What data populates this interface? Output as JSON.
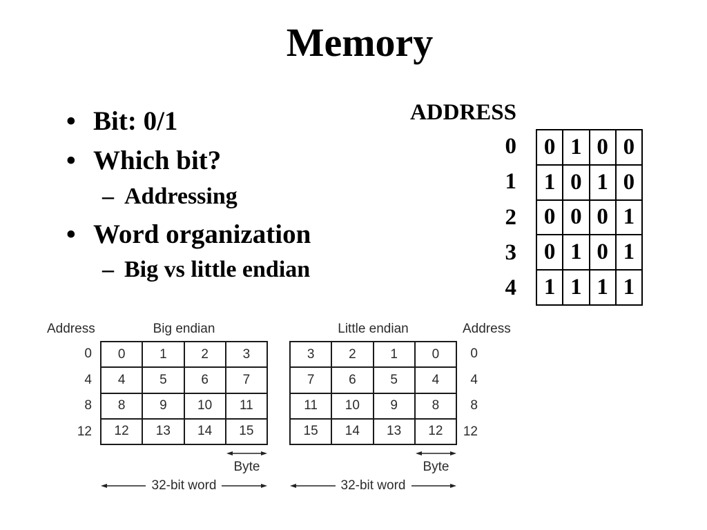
{
  "slide": {
    "title": "Memory",
    "bullets": [
      {
        "marker": "•",
        "text": "Bit: 0/1"
      },
      {
        "marker": "•",
        "text": "Which bit?"
      },
      {
        "marker": "–",
        "text": "Addressing"
      },
      {
        "marker": "•",
        "text": "Word organization"
      },
      {
        "marker": "–",
        "text": "Big vs little endian"
      }
    ]
  },
  "bit_memory": {
    "header": "ADDRESS",
    "rows": [
      {
        "address": "0",
        "bits": [
          "0",
          "1",
          "0",
          "0"
        ]
      },
      {
        "address": "1",
        "bits": [
          "1",
          "0",
          "1",
          "0"
        ]
      },
      {
        "address": "2",
        "bits": [
          "0",
          "0",
          "0",
          "1"
        ]
      },
      {
        "address": "3",
        "bits": [
          "0",
          "1",
          "0",
          "1"
        ]
      },
      {
        "address": "4",
        "bits": [
          "1",
          "1",
          "1",
          "1"
        ]
      }
    ]
  },
  "endian_figure": {
    "address_label_left": "Address",
    "address_label_right": "Address",
    "left_addresses": [
      "0",
      "4",
      "8",
      "12"
    ],
    "right_addresses": [
      "0",
      "4",
      "8",
      "12"
    ],
    "big_endian": {
      "title": "Big endian",
      "rows": [
        [
          "0",
          "1",
          "2",
          "3"
        ],
        [
          "4",
          "5",
          "6",
          "7"
        ],
        [
          "8",
          "9",
          "10",
          "11"
        ],
        [
          "12",
          "13",
          "14",
          "15"
        ]
      ],
      "byte_label": "Byte",
      "word_label": "32-bit word"
    },
    "little_endian": {
      "title": "Little endian",
      "rows": [
        [
          "3",
          "2",
          "1",
          "0"
        ],
        [
          "7",
          "6",
          "5",
          "4"
        ],
        [
          "11",
          "10",
          "9",
          "8"
        ],
        [
          "15",
          "14",
          "13",
          "12"
        ]
      ],
      "byte_label": "Byte",
      "word_label": "32-bit word"
    }
  }
}
